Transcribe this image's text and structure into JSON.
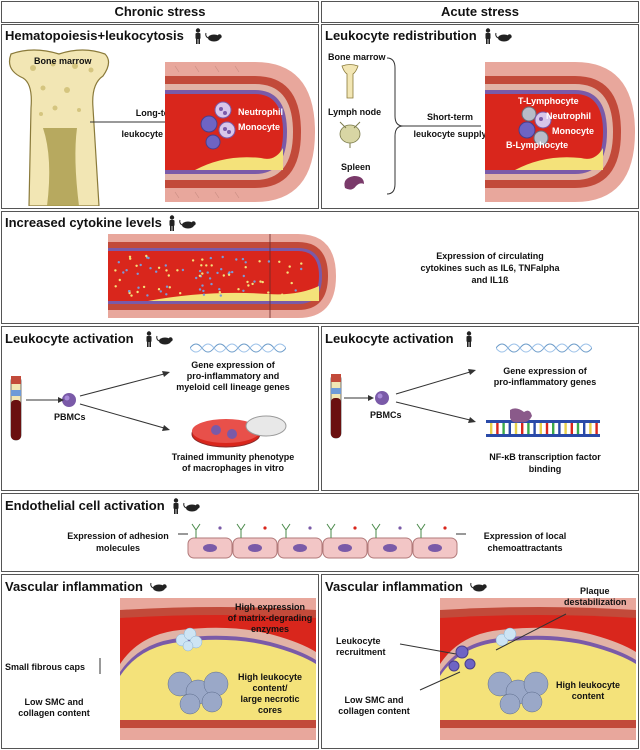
{
  "columns": {
    "left": "Chronic stress",
    "right": "Acute stress"
  },
  "panels": {
    "hematopoiesis": {
      "title": "Hematopoiesis+leukocytosis",
      "bone_marrow": "Bone marrow",
      "supply": [
        "Long-term",
        "leukocyte supply"
      ],
      "cells": [
        "Neutrophil",
        "Monocyte"
      ]
    },
    "redistribution": {
      "title": "Leukocyte redistribution",
      "organs": [
        "Bone marrow",
        "Lymph node",
        "Spleen"
      ],
      "supply": [
        "Short-term",
        "leukocyte supply"
      ],
      "cells": [
        "T-Lymphocyte",
        "Neutrophil",
        "Monocyte",
        "B-Lymphocyte"
      ]
    },
    "cytokines": {
      "title": "Increased cytokine levels",
      "text": [
        "Expression of circulating",
        "cytokines such as IL6, TNFalpha",
        "and IL1ß"
      ]
    },
    "activation_chronic": {
      "title": "Leukocyte activation",
      "pbmc": "PBMCs",
      "gene": [
        "Gene expression of",
        "pro-inflammatory and",
        "myeloid cell lineage genes"
      ],
      "trained": [
        "Trained immunity phenotype",
        "of macrophages in vitro"
      ]
    },
    "activation_acute": {
      "title": "Leukocyte activation",
      "pbmc": "PBMCs",
      "gene": [
        "Gene expression of",
        "pro-inflammatory genes"
      ],
      "nfkb": [
        "NF-κB transcription factor",
        "binding"
      ]
    },
    "endothelial": {
      "title": "Endothelial cell activation",
      "left": [
        "Expression of adhesion",
        "molecules"
      ],
      "right": [
        "Expression of local",
        "chemoattractants"
      ]
    },
    "vasc_chronic": {
      "title": "Vascular inflammation",
      "fibrous": "Small fibrous caps",
      "smc": [
        "Low SMC and",
        "collagen content"
      ],
      "mmp": [
        "High expression",
        "of matrix-degrading",
        "enzymes"
      ],
      "leuk": [
        "High leukocyte",
        "content/",
        "large necrotic",
        "cores"
      ]
    },
    "vasc_acute": {
      "title": "Vascular inflammation",
      "plaque": [
        "Plaque",
        "destabilization"
      ],
      "recruit": [
        "Leukocyte",
        "recruitment"
      ],
      "smc": [
        "Low SMC and",
        "collagen content"
      ],
      "leuk": [
        "High leukocyte",
        "content"
      ]
    }
  },
  "icons": [
    "human-icon",
    "mouse-icon"
  ],
  "colors": {
    "vessel_red": "#d9261c",
    "vessel_pink": "#e8a79c",
    "fat_yellow": "#f4e27a",
    "cell_purple": "#7a5aa8"
  }
}
